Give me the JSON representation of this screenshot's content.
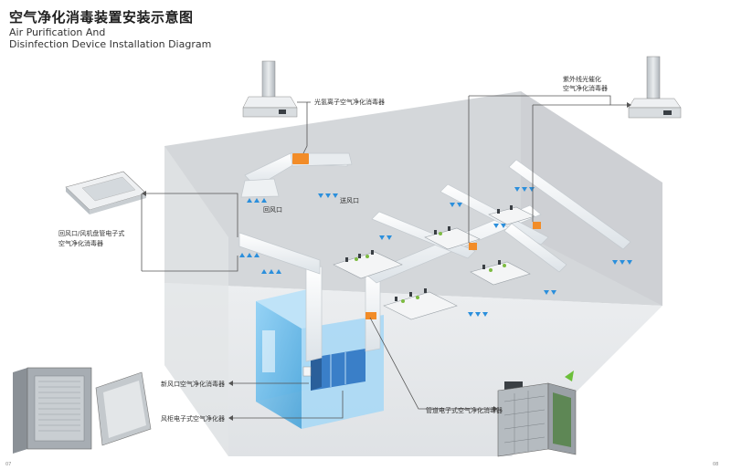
{
  "title": {
    "cn": "空气净化消毒装置安装示意图",
    "en_line1": "Air Purification And",
    "en_line2": "Disinfection Device Installation Diagram"
  },
  "labels": {
    "photo_hydrogen": "光氢离子空气净化消毒器",
    "uv_photocatalytic_line1": "紫外线光催化",
    "uv_photocatalytic_line2": "空气净化消毒器",
    "return_air": "回风口",
    "supply_air": "送风口",
    "fan_coil_line1": "回风口/风机盘管电子式",
    "fan_coil_line2": "空气净化消毒器",
    "fresh_air": "新风口空气净化消毒器",
    "duct_electronic": "管道电子式空气净化消毒器",
    "cabinet_electronic": "风柜电子式空气净化器"
  },
  "page_numbers": {
    "left": "07",
    "right": "08"
  },
  "colors": {
    "accent_orange": "#f28c28",
    "room_blue": "#5fb8ec",
    "duct_white": "#f4f6f8",
    "wall_gray": "#d9dcdf",
    "floor_gray": "#e6e8ea",
    "leader_line": "#555555"
  }
}
